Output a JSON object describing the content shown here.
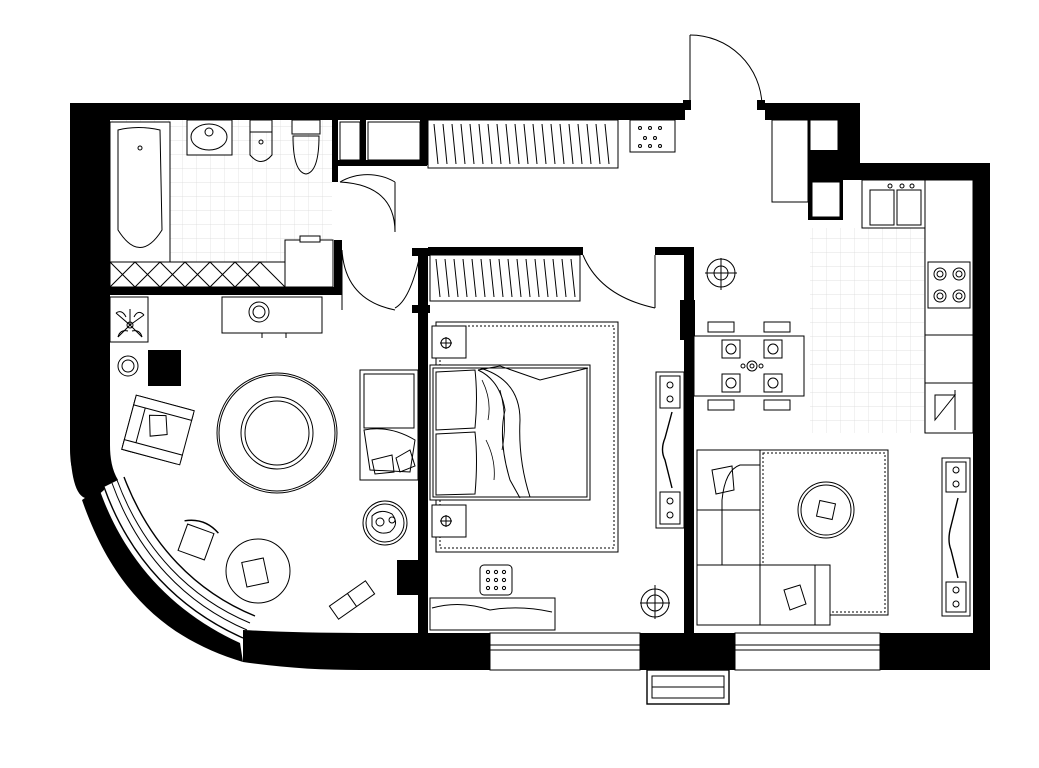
{
  "plan": {
    "background_color": "#ffffff",
    "wall_color": "#000000",
    "tile_grid_color": "#d9d9d9",
    "rooms": [
      "bathroom",
      "hallway",
      "living-room",
      "bedroom",
      "kitchen-dining",
      "lounge",
      "balcony"
    ]
  }
}
